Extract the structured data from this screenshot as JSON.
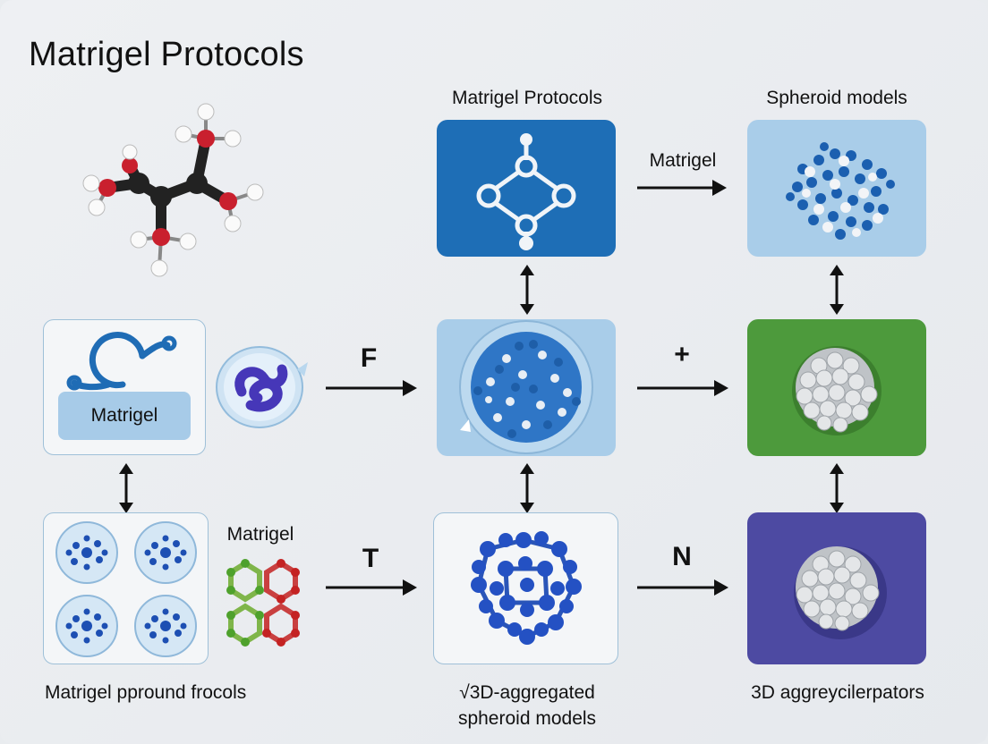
{
  "title": "Matrigel Protocols",
  "labels": {
    "top_center": "Matrigel Protocols",
    "top_right": "Spheroid models",
    "top_arrow": "Matrigel",
    "matrigel_box": "Matrigel",
    "bottom_left_side": "Matrigel",
    "bottom_left_caption": "Matrigel ppround frocols",
    "bottom_center_caption_1": "√3D-aggregated",
    "bottom_center_caption_2": "spheroid models",
    "bottom_right_caption": "3D aggreycilerpators"
  },
  "arrow_labels": {
    "row2_left": "F",
    "row2_right": "+",
    "row3_left": "T",
    "row3_right": "N"
  },
  "colors": {
    "blue_panel": "#1e6eb6",
    "light_panel": "#a9cde9",
    "green_panel": "#4d9a3c",
    "purple_panel": "#4d4aa2"
  }
}
